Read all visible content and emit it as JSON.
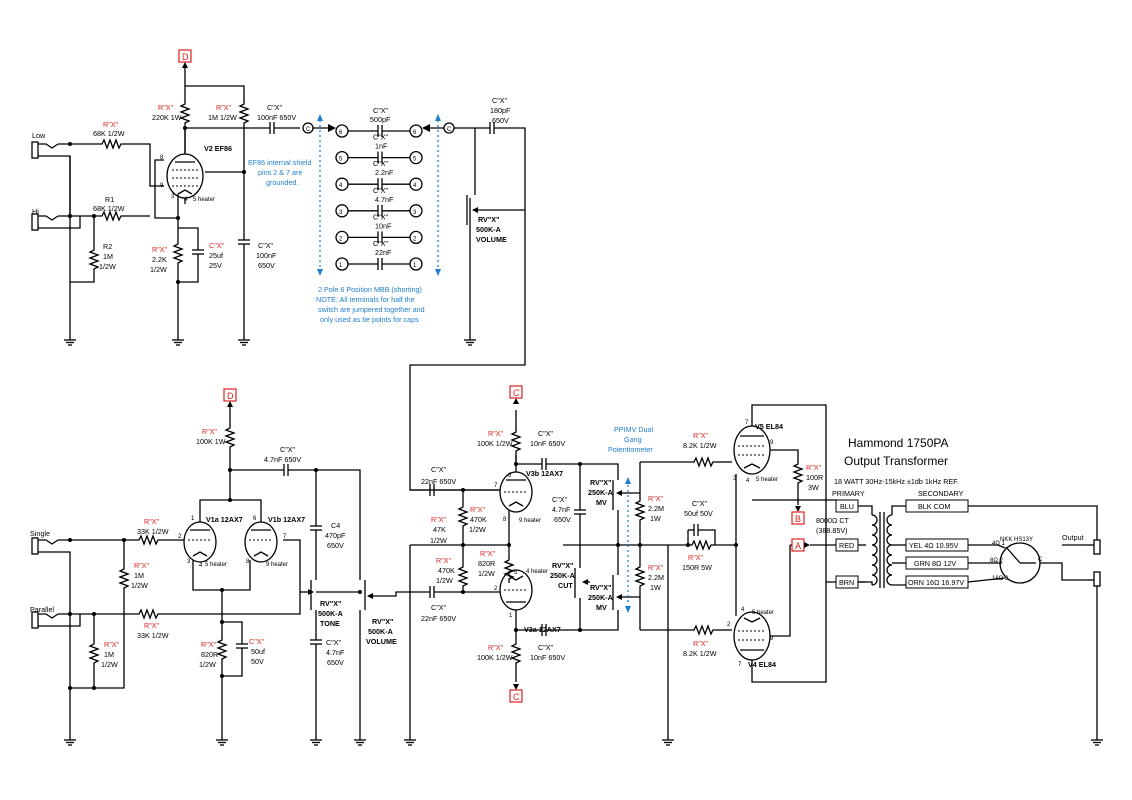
{
  "inputs": {
    "low": "Low",
    "hi": "Hi",
    "single": "Single",
    "parallel": "Parallel",
    "output": "Output"
  },
  "tags": {
    "d": "D",
    "c": "C",
    "b": "B",
    "a": "A"
  },
  "v2": {
    "label": "V2 EF86",
    "heater": "5 heater",
    "shield_note": "EF86 internal shield pins 2 & 7 are grounded."
  },
  "resistors": {
    "r_low": [
      "R\"X\"",
      "68K 1/2W"
    ],
    "r1": [
      "R1",
      "68K 1/2W"
    ],
    "r2": [
      "R2",
      "1M",
      "1/2W"
    ],
    "r_v2_plate1": [
      "R\"X\"",
      "220K 1W"
    ],
    "r_v2_plate2": [
      "R\"X\"",
      "1M 1/2W"
    ],
    "r_v2_cath": [
      "R\"X\"",
      "2.2K",
      "1/2W"
    ],
    "r_v1_plate": [
      "R\"X\"",
      "100K 1W"
    ],
    "r_single": [
      "R\"X\"",
      "33K 1/2W"
    ],
    "r_single_shunt": [
      "R\"X\"",
      "1M",
      "1/2W"
    ],
    "r_par": [
      "R\"X\"",
      "33K 1/2W"
    ],
    "r_par_shunt": [
      "R\"X\"",
      "1M",
      "1/2W"
    ],
    "r_v1_cath": [
      "R\"X\"",
      "820R",
      "1/2W"
    ],
    "r_v3_plate_top": [
      "R\"X\"",
      "100K 1/2W"
    ],
    "r_v3_plate_bot": [
      "R\"X\"",
      "100K 1/2W"
    ],
    "r_47k": [
      "R\"X\"",
      "47K",
      "1/2W"
    ],
    "r_470k_a": [
      "R\"X\"",
      "470K",
      "1/2W"
    ],
    "r_470k_b": [
      "R\"X\"",
      "470K",
      "1/2W"
    ],
    "r_820": [
      "R\"X\"",
      "820R",
      "1/2W"
    ],
    "r_22m_a": [
      "R\"X\"",
      "2.2M",
      "1W"
    ],
    "r_22m_b": [
      "R\"X\"",
      "2.2M",
      "1W"
    ],
    "r_v5_grid": [
      "R\"X\"",
      "8.2K 1/2W"
    ],
    "r_v4_grid": [
      "R\"X\"",
      "8.2K 1/2W"
    ],
    "r_150": [
      "R\"X\"",
      "150R 5W"
    ],
    "r_100r": [
      "R\"X\"",
      "100R",
      "3W"
    ]
  },
  "caps": {
    "c_v2_cath": [
      "C\"X\"",
      "25uf",
      "25V"
    ],
    "c_100n_a": [
      "C\"X\"",
      "100nF 650V"
    ],
    "c_100n_b": [
      "C\"X\"",
      "100nF",
      "650V"
    ],
    "c_500p": [
      "C\"X\"",
      "500pF"
    ],
    "c_1n": [
      "C\"X\"",
      "1nF"
    ],
    "c_2n2": [
      "C\"X\"",
      "2.2nF"
    ],
    "c_4n7": [
      "C\"X\"",
      "4.7nF"
    ],
    "c_10n": [
      "C\"X\"",
      "10nF"
    ],
    "c_22n": [
      "C\"X\"",
      "22nF"
    ],
    "c_180p": [
      "C\"X\"",
      "180pF",
      "650V"
    ],
    "c_v1_out": [
      "C\"X\"",
      "4.7nF 650V"
    ],
    "c4": [
      "C4",
      "470pF",
      "650V"
    ],
    "c_tone_gnd": [
      "C\"X\"",
      "4.7nF",
      "650V"
    ],
    "c_v1_cath": [
      "C\"X\"",
      "50uf",
      "50V"
    ],
    "c_22n_in1": [
      "C\"X\"",
      "22nF 650V"
    ],
    "c_22n_in2": [
      "C\"X\"",
      "22nF 650V"
    ],
    "c_v3b_out": [
      "C\"X\"",
      "10nF 650V"
    ],
    "c_v3a_out": [
      "C\"X\"",
      "10nF 650V"
    ],
    "c_4n7_v3": [
      "C\"X\"",
      "4.7nF",
      "650V"
    ],
    "c_50u_pwr": [
      "C\"X\"",
      "50uf 50V"
    ]
  },
  "pots": {
    "vol1": [
      "RV\"X\"",
      "500K-A",
      "VOLUME"
    ],
    "tone": [
      "RV\"X\"",
      "500K-A",
      "TONE"
    ],
    "vol2": [
      "RV\"X\"",
      "500K-A",
      "VOLUME"
    ],
    "cut": [
      "RV\"X\"",
      "250K-A",
      "CUT"
    ],
    "mv1": [
      "RV\"X\"",
      "250K-A",
      "MV"
    ],
    "mv2": [
      "RV\"X\"",
      "250K-A",
      "MV"
    ]
  },
  "switch": {
    "positions": [
      "6",
      "5",
      "4",
      "3",
      "2",
      "1"
    ],
    "common": "C",
    "note": [
      "2 Pole 6 Position MBB (shorting)",
      "NOTE:  All terminals for half the",
      "switch are jumpered together and",
      "only used as tie points for caps"
    ]
  },
  "tubes": {
    "v1a": "V1a 12AX7",
    "v1b": "V1b 12AX7",
    "v3b": "V3b 12AX7",
    "v3a": "V3a 12AX7",
    "v5": "V5 EL84",
    "v4": "V4 EL84",
    "heater_4": "4",
    "heater_5": "5 heater",
    "heater_9": "9 heater",
    "heater_4h": "4 heater"
  },
  "ppimv": [
    "PPIMV Dual",
    "Gang",
    "Potentiometer"
  ],
  "transformer": {
    "title": "Hammond 1750PA",
    "subtitle": "Output Transformer",
    "spec": "18 WATT 30Hz-15kHz ±1db 1kHz REF.",
    "primary": "PRIMARY",
    "secondary": "SECONDARY",
    "imp": [
      "8000Ω CT",
      "(388.85V)"
    ],
    "leads_primary": [
      "BLU",
      "RED",
      "BRN"
    ],
    "leads_secondary": [
      "BLK COM",
      "YEL  4Ω 10.95V",
      "GRN  8Ω 12V",
      "ORN 16Ω 16.97V"
    ]
  },
  "switch2": {
    "label": "NKK HS13Y",
    "c": "C"
  }
}
